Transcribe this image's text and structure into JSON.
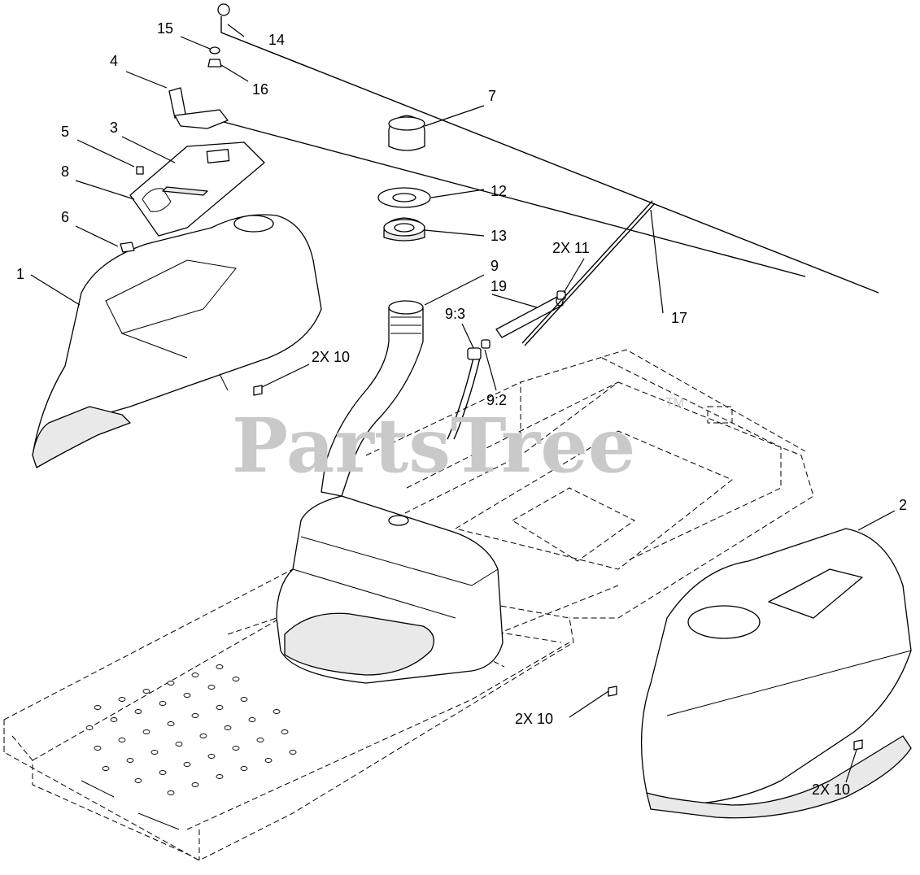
{
  "diagram": {
    "watermark": "PartsTree",
    "watermark_mark": "TM",
    "callouts": [
      {
        "id": "c15",
        "label": "15"
      },
      {
        "id": "c14",
        "label": "14"
      },
      {
        "id": "c4",
        "label": "4"
      },
      {
        "id": "c16",
        "label": "16"
      },
      {
        "id": "c7",
        "label": "7"
      },
      {
        "id": "c5",
        "label": "5"
      },
      {
        "id": "c3",
        "label": "3"
      },
      {
        "id": "c8",
        "label": "8"
      },
      {
        "id": "c6",
        "label": "6"
      },
      {
        "id": "c12",
        "label": "12"
      },
      {
        "id": "c13",
        "label": "13"
      },
      {
        "id": "c1",
        "label": "1"
      },
      {
        "id": "c2x11",
        "label": "2X 11"
      },
      {
        "id": "c9",
        "label": "9"
      },
      {
        "id": "c19",
        "label": "19"
      },
      {
        "id": "c93",
        "label": "9:3"
      },
      {
        "id": "c17",
        "label": "17"
      },
      {
        "id": "c2x10a",
        "label": "2X 10"
      },
      {
        "id": "c92",
        "label": "9:2"
      },
      {
        "id": "c2",
        "label": "2"
      },
      {
        "id": "c2x10b",
        "label": "2X 10"
      },
      {
        "id": "c2x10c",
        "label": "2X 10"
      }
    ]
  }
}
